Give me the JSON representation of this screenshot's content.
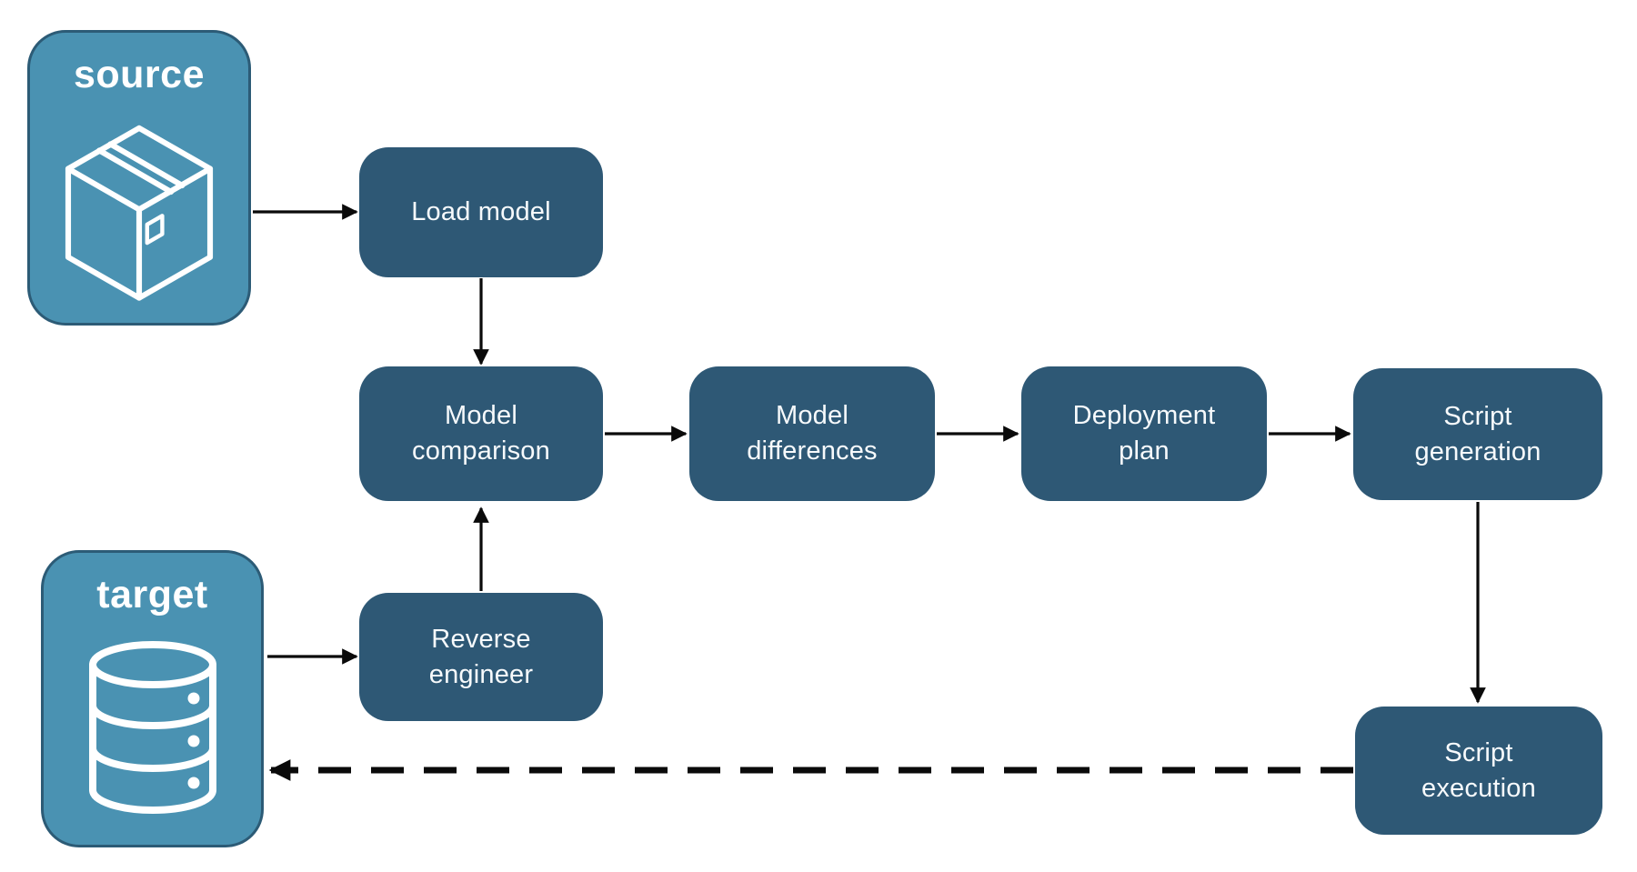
{
  "colors": {
    "background": "#ffffff",
    "process_fill": "#2E5875",
    "endpoint_fill": "#4A92B2",
    "endpoint_border": "#2C5B76",
    "text": "#ffffff",
    "arrow": "#0a0a0a"
  },
  "endpoints": {
    "source": {
      "label": "source",
      "icon": "package-icon"
    },
    "target": {
      "label": "target",
      "icon": "database-icon"
    }
  },
  "processes": {
    "load_model": {
      "label": "Load model"
    },
    "model_comparison": {
      "label": "Model\ncomparison"
    },
    "model_differences": {
      "label": "Model\ndifferences"
    },
    "deployment_plan": {
      "label": "Deployment\nplan"
    },
    "script_generation": {
      "label": "Script\ngeneration"
    },
    "reverse_engineer": {
      "label": "Reverse\nengineer"
    },
    "script_execution": {
      "label": "Script\nexecution"
    }
  },
  "edges": [
    {
      "from": "source",
      "to": "load_model",
      "style": "solid"
    },
    {
      "from": "load_model",
      "to": "model_comparison",
      "style": "solid"
    },
    {
      "from": "target",
      "to": "reverse_engineer",
      "style": "solid"
    },
    {
      "from": "reverse_engineer",
      "to": "model_comparison",
      "style": "solid"
    },
    {
      "from": "model_comparison",
      "to": "model_differences",
      "style": "solid"
    },
    {
      "from": "model_differences",
      "to": "deployment_plan",
      "style": "solid"
    },
    {
      "from": "deployment_plan",
      "to": "script_generation",
      "style": "solid"
    },
    {
      "from": "script_generation",
      "to": "script_execution",
      "style": "solid"
    },
    {
      "from": "script_execution",
      "to": "target",
      "style": "dashed"
    }
  ]
}
